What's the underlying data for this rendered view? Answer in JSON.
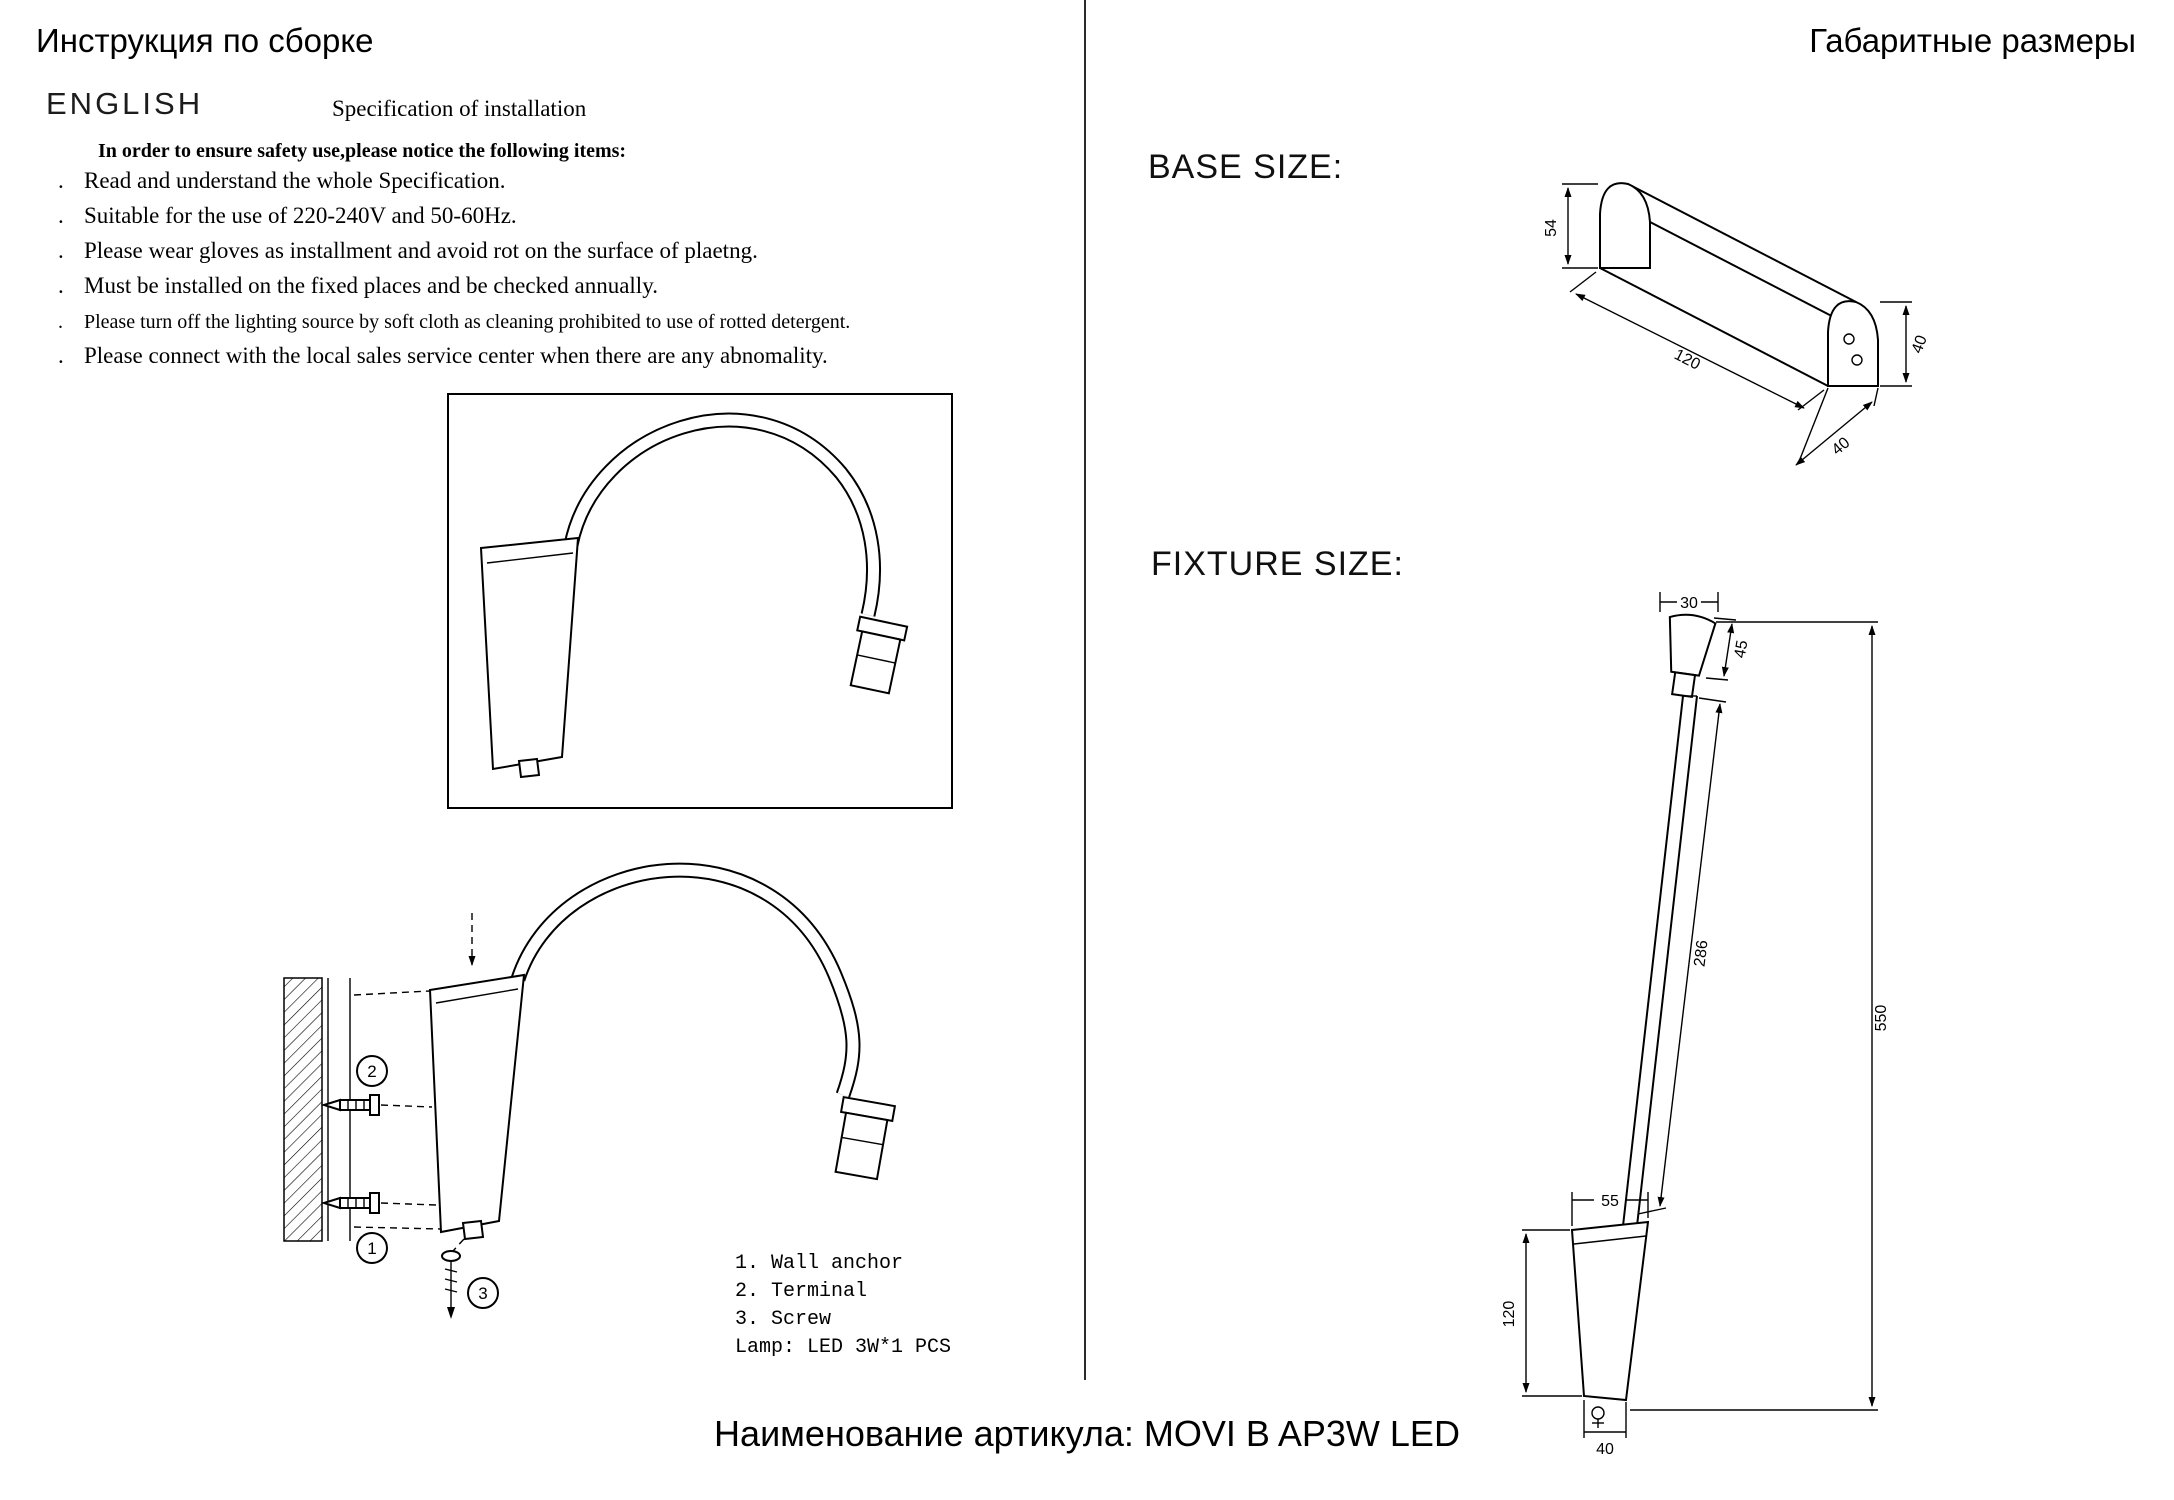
{
  "page": {
    "left_title": "Инструкция по сборке",
    "right_title": "Габаритные размеры",
    "footer_label": "Наименование артикула: MOVI B AP3W LED"
  },
  "instructions": {
    "language": "ENGLISH",
    "subtitle": "Specification of installation",
    "intro": "In order to ensure safety use,please notice the following items:",
    "bullet": ".",
    "items": [
      "Read and understand the whole Specification.",
      "Suitable for the use of 220-240V and 50-60Hz.",
      "Please wear gloves as installment and avoid rot on the surface of plaetng.",
      "Must be installed on the fixed places and be checked annually.",
      "Please turn off the lighting source by soft cloth as cleaning prohibited to use of rotted detergent.",
      "Please connect with the local sales service center when there are any abnomality."
    ]
  },
  "assembly": {
    "callouts": {
      "c1": "1",
      "c2": "2",
      "c3": "3"
    },
    "legend": [
      "1. Wall anchor",
      "2. Terminal",
      "3. Screw",
      "Lamp: LED 3W*1 PCS"
    ]
  },
  "dimensions": {
    "base_heading": "BASE SIZE:",
    "fixture_heading": "FIXTURE SIZE:",
    "base": {
      "height": "54",
      "end_width": "40",
      "length": "120",
      "depth": "40"
    },
    "fixture": {
      "head_diameter": "30",
      "head_length": "45",
      "arm_length": "286",
      "overall_height": "550",
      "base_width": "55",
      "base_height": "120",
      "base_bottom_width": "40"
    }
  }
}
